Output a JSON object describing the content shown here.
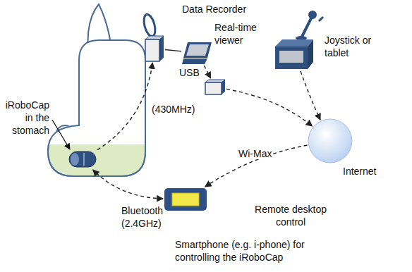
{
  "diagram": {
    "nodes": [
      {
        "text": [
          "Data Recorder"
        ]
      },
      {
        "text": [
          "Real-time viewer"
        ]
      },
      {
        "text": [
          "Joystick or tablet"
        ]
      },
      {
        "text": [
          "iRoboCap in the stomach"
        ]
      },
      {
        "text": [
          "USB"
        ]
      },
      {
        "text": [
          "Internet"
        ]
      },
      {
        "text": [
          "Smartphone (e.g. i-phone) for controlling the iRoboCap"
        ]
      }
    ],
    "edges": [
      {
        "from": 3,
        "to": 0,
        "arrow": "to"
      },
      {
        "from": 0,
        "to": 1,
        "arrow": "none"
      },
      {
        "from": 1,
        "to": 4,
        "arrow": "to"
      },
      {
        "from": 4,
        "to": 5,
        "arrow": "to"
      },
      {
        "from": 2,
        "to": 5,
        "arrow": "to"
      },
      {
        "from": 5,
        "to": 6,
        "label": "Wi-Max",
        "arrow": "to"
      },
      {
        "from": 6,
        "to": 3,
        "arrow": "both"
      }
    ],
    "labels": [
      "(430MHz)",
      "Remote desktop control",
      "Bluetooth (2.4GHz)"
    ]
  }
}
